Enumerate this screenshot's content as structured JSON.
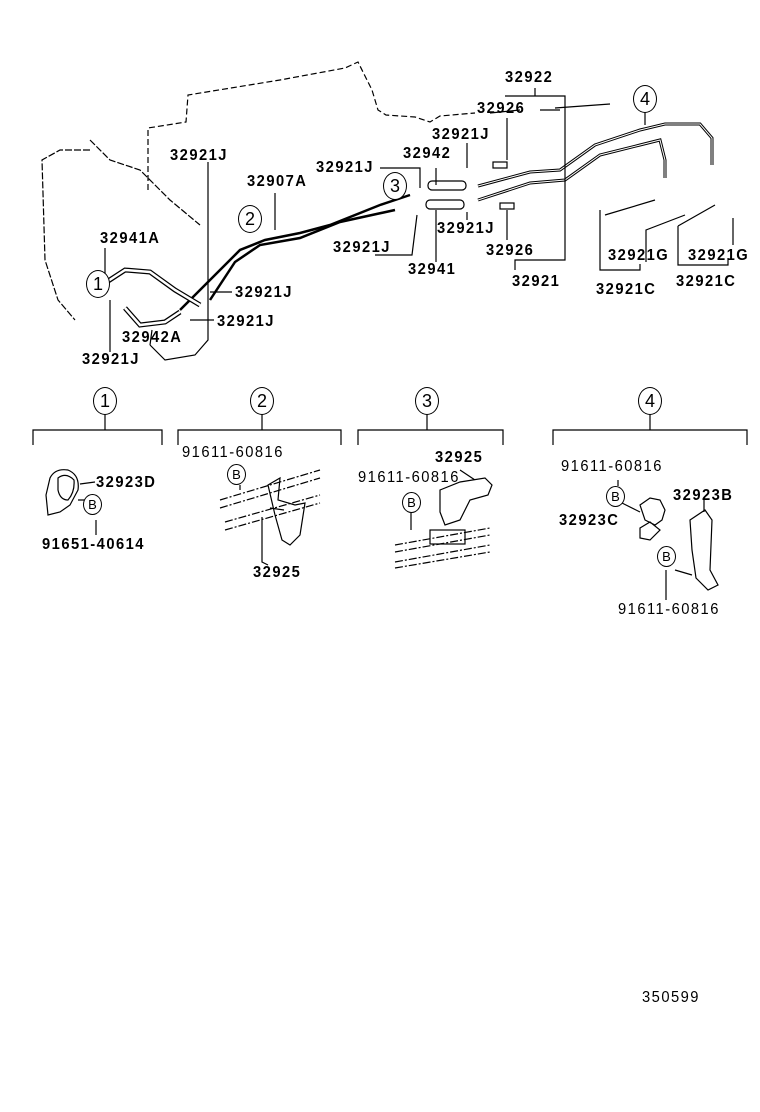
{
  "main": {
    "callouts": [
      "32922",
      "32926",
      "32921J",
      "32942",
      "32921J",
      "32921J",
      "32907A",
      "32941A",
      "32921J",
      "32921J",
      "32941",
      "32926",
      "32921",
      "32921G",
      "32921G",
      "32921C",
      "32921C",
      "32921J",
      "32921J",
      "32942A",
      "32921J"
    ],
    "detail_markers": [
      "1",
      "2",
      "3",
      "4"
    ]
  },
  "details": {
    "d1": {
      "marker": "1",
      "clamp": "32923D",
      "bolt_marker": "B",
      "bolt": "91651-40614"
    },
    "d2": {
      "marker": "2",
      "bolt": "91611-60816",
      "bolt_marker": "B",
      "bracket": "32925"
    },
    "d3": {
      "marker": "3",
      "bracket": "32925",
      "bolt": "91611-60816",
      "bolt_marker": "B"
    },
    "d4": {
      "marker": "4",
      "bolt_top": "91611-60816",
      "bolt_marker_top": "B",
      "clamp_b": "32923B",
      "clamp_c": "32923C",
      "bolt_marker_bottom": "B",
      "bolt_bottom": "91611-60816"
    }
  },
  "diagram_code": "350599"
}
